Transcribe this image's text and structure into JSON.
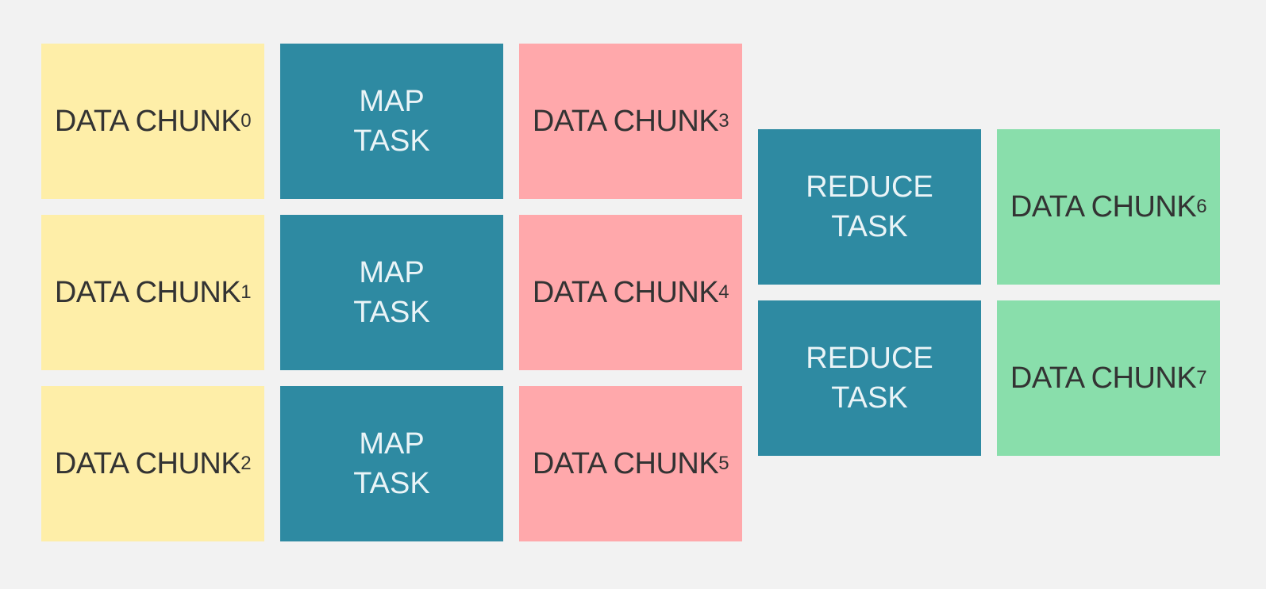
{
  "colors": {
    "background": "#f2f2f2",
    "input_chunk": "#feeea8",
    "task": "#2e8aa2",
    "intermediate_chunk": "#ffa8ab",
    "output_chunk": "#89deab"
  },
  "input_chunks": [
    {
      "label": "DATA CHUNK",
      "index": "0"
    },
    {
      "label": "DATA CHUNK",
      "index": "1"
    },
    {
      "label": "DATA CHUNK",
      "index": "2"
    }
  ],
  "map_tasks": [
    {
      "line1": "MAP",
      "line2": "TASK"
    },
    {
      "line1": "MAP",
      "line2": "TASK"
    },
    {
      "line1": "MAP",
      "line2": "TASK"
    }
  ],
  "intermediate_chunks": [
    {
      "label": "DATA CHUNK",
      "index": "3"
    },
    {
      "label": "DATA CHUNK",
      "index": "4"
    },
    {
      "label": "DATA CHUNK",
      "index": "5"
    }
  ],
  "reduce_tasks": [
    {
      "line1": "REDUCE",
      "line2": "TASK"
    },
    {
      "line1": "REDUCE",
      "line2": "TASK"
    }
  ],
  "output_chunks": [
    {
      "label": "DATA CHUNK",
      "index": "6"
    },
    {
      "label": "DATA CHUNK",
      "index": "7"
    }
  ]
}
